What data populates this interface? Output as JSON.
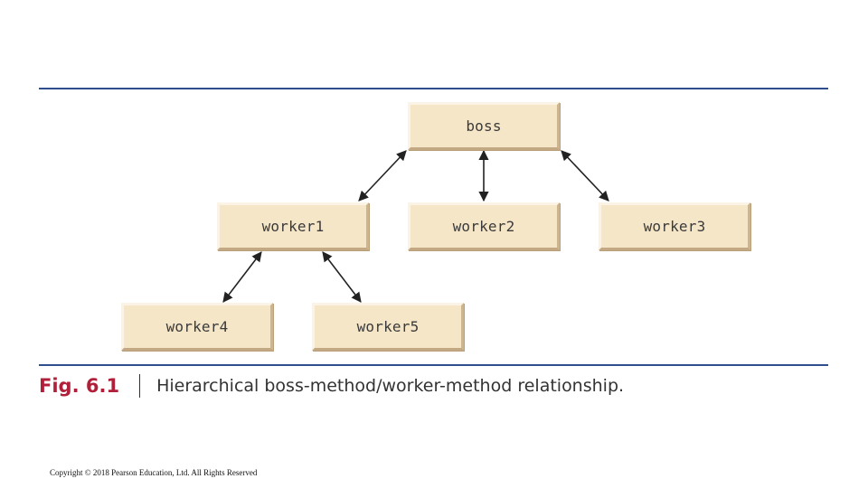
{
  "diagram": {
    "nodes": {
      "boss": "boss",
      "worker1": "worker1",
      "worker2": "worker2",
      "worker3": "worker3",
      "worker4": "worker4",
      "worker5": "worker5"
    },
    "edges": [
      {
        "from": "boss",
        "to": "worker1",
        "style": "bidirectional-arrow"
      },
      {
        "from": "boss",
        "to": "worker2",
        "style": "bidirectional-arrow"
      },
      {
        "from": "boss",
        "to": "worker3",
        "style": "bidirectional-arrow"
      },
      {
        "from": "worker1",
        "to": "worker4",
        "style": "bidirectional-arrow"
      },
      {
        "from": "worker1",
        "to": "worker5",
        "style": "bidirectional-arrow"
      }
    ],
    "colors": {
      "node_fill": "#f6e6c8",
      "rule": "#2e4e8f",
      "figure_label": "#b0203a",
      "arrow": "#222222"
    }
  },
  "caption": {
    "label": "Fig. 6.1",
    "text": "Hierarchical boss-method/worker-method relationship."
  },
  "footer": {
    "copyright": "Copyright © 2018 Pearson Education, Ltd. All Rights Reserved"
  }
}
